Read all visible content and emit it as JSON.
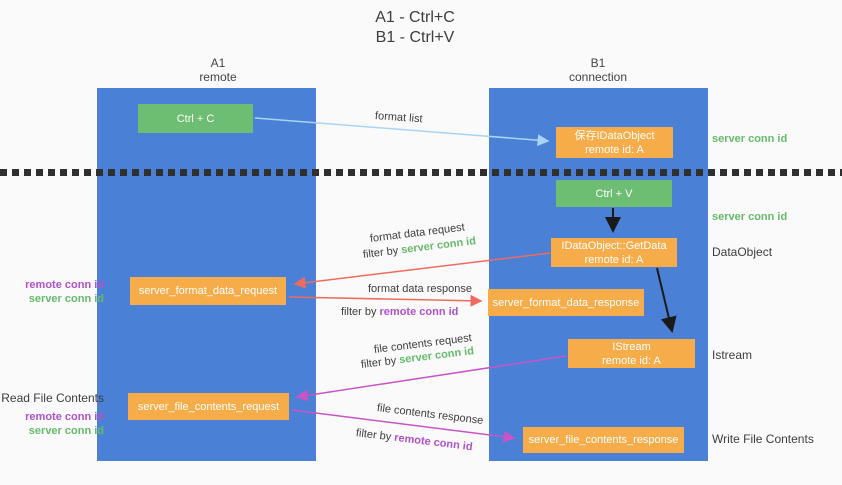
{
  "title": {
    "line1": "A1 - Ctrl+C",
    "line2": "B1 - Ctrl+V"
  },
  "columns": {
    "a1": {
      "label": "A1",
      "sublabel": "remote"
    },
    "b1": {
      "label": "B1",
      "sublabel": "connection"
    }
  },
  "nodes": {
    "ctrl_c": "Ctrl + C",
    "ctrl_v": "Ctrl + V",
    "save_idataobject": {
      "line1": "保存IDataObject",
      "line2": "remote id: A"
    },
    "getdata": {
      "line1": "IDataObject::GetData",
      "line2": "remote id: A"
    },
    "istream": {
      "line1": "IStream",
      "line2": "remote id: A"
    },
    "format_request": "server_format_data_request",
    "format_response": "server_format_data_response",
    "file_request": "server_file_contents_request",
    "file_response": "server_file_contents_response"
  },
  "labels": {
    "format_list": "format list",
    "format_data_request": "format data request",
    "format_data_response": "format data response",
    "file_contents_request": "file contents request",
    "file_contents_response": "file contents response",
    "filter_by": "filter by",
    "server_conn_id": "server conn id",
    "remote_conn_id": "remote conn id",
    "dataobject": "DataObject",
    "istream_side": "Istream",
    "read_file_contents": "Read File Contents",
    "write_file_contents": "Write File Contents"
  },
  "colors": {
    "lane_blue": "#4a80d5",
    "box_green": "#6dbe72",
    "box_orange": "#f7ac4a",
    "arrow_red": "#ef6b60",
    "arrow_magenta": "#c854c8",
    "arrow_light_blue": "#aad4f5",
    "arrow_black": "#1a1a1a",
    "text_green": "#66bb6a",
    "text_purple": "#b052cc",
    "text_dark": "#3d3d3d"
  }
}
